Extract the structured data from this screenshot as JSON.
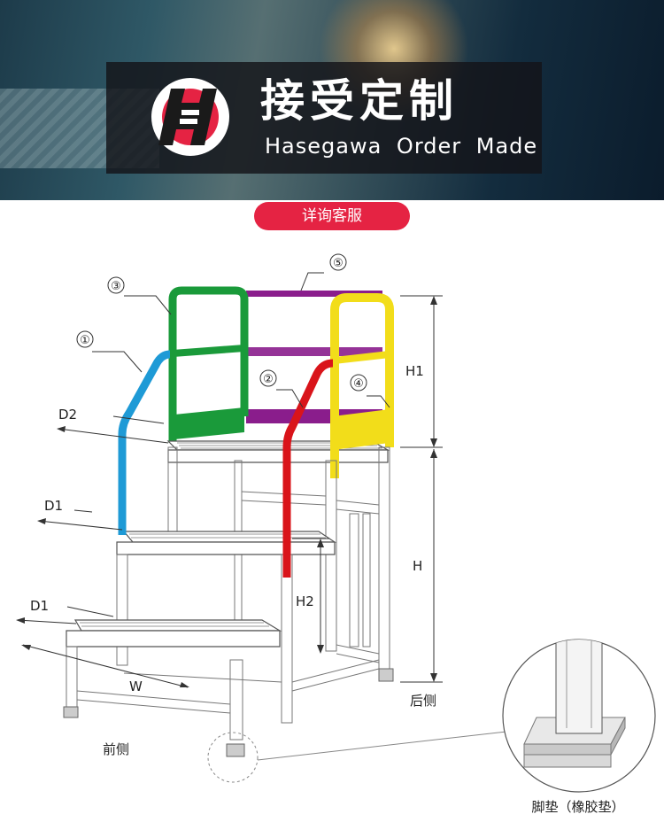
{
  "banner": {
    "title_cn": "接受定制",
    "title_en": "Hasegawa Order Made"
  },
  "consult_button": {
    "label": "详询客服",
    "color": "#e52343"
  },
  "diagram": {
    "callouts": [
      "①",
      "②",
      "③",
      "④",
      "⑤"
    ],
    "dimensions": [
      "D2",
      "D1",
      "D1",
      "W",
      "H1",
      "H",
      "H2"
    ],
    "side_labels": {
      "front": "前侧",
      "rear": "后侧"
    },
    "foot_label": "脚垫（橡胶垫）",
    "part_colors": {
      "handrail_1": "#1e9ad6",
      "handrail_2": "#d9141a",
      "handrail_3": "#1a9a3a",
      "handrail_4": "#f2dd1a",
      "handrail_5": "#8a1d8c"
    }
  }
}
